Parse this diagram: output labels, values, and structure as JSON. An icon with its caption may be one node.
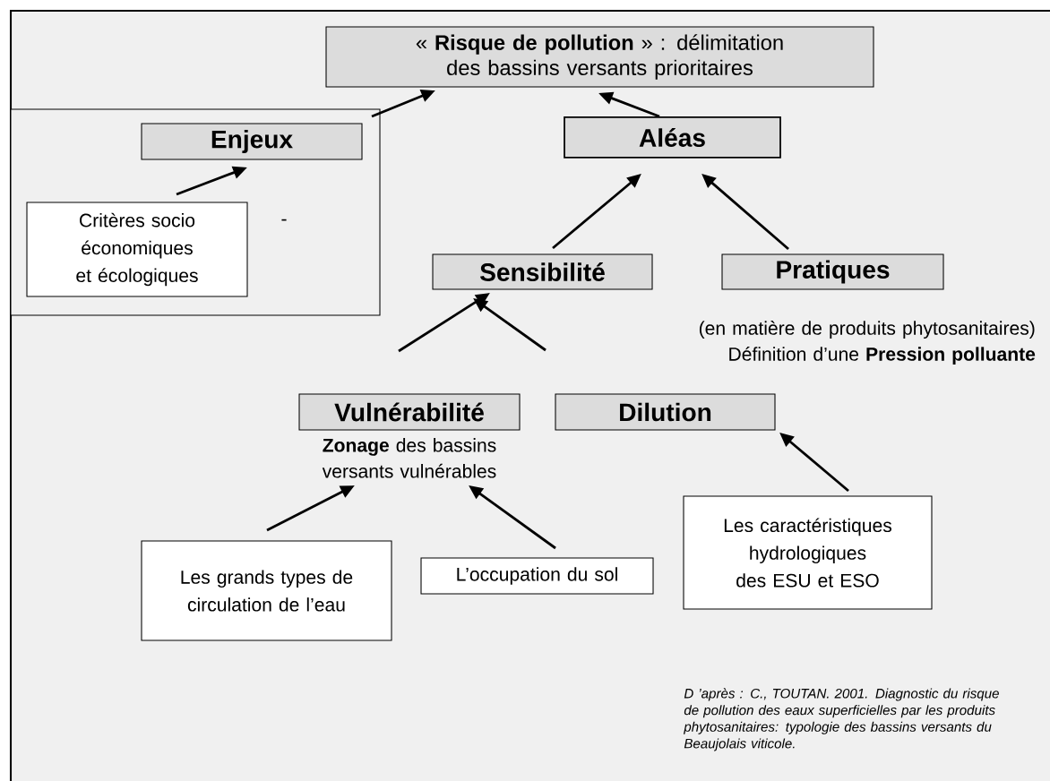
{
  "diagram": {
    "nodes": [
      {
        "text": [
          "« **Risque de pollution** » : délimitation des bassins versants prioritaires"
        ]
      },
      {
        "text": [],
        "shape": "box"
      },
      {
        "text": [
          "Enjeux"
        ],
        "in": 1
      },
      {
        "text": [
          "Critères socio économiques et écologiques"
        ],
        "in": 1
      },
      {
        "text": [
          "Aléas"
        ]
      },
      {
        "text": [
          "Sensibilité"
        ]
      },
      {
        "text": [
          "Pratiques"
        ],
        "beside": [
          "(en matière de produits phytosanitaires) Définition d’une **Pression polluante**"
        ]
      },
      {
        "text": [
          "Vulnérabilité"
        ],
        "beside": [
          "**Zonage** des bassins versants vulnérables"
        ]
      },
      {
        "text": [
          "Dilution"
        ]
      },
      {
        "text": [
          "Les grands types de circulation de l’eau"
        ]
      },
      {
        "text": [
          "L’occupation du sol"
        ]
      },
      {
        "text": [
          "Les caractéristiques hydrologiques des ESU et ESO"
        ]
      }
    ],
    "edges": [
      {
        "from": 1,
        "to": 0,
        "arrow": "to"
      },
      {
        "from": 3,
        "to": 2,
        "arrow": "to"
      },
      {
        "from": 4,
        "to": 0,
        "arrow": "to"
      },
      {
        "from": 5,
        "to": 4,
        "arrow": "to"
      },
      {
        "from": 6,
        "to": 4,
        "arrow": "to"
      },
      {
        "from": 7,
        "to": 5,
        "arrow": "to"
      },
      {
        "from": 8,
        "to": 5,
        "arrow": "to"
      },
      {
        "from": 9,
        "to": 7,
        "arrow": "to"
      },
      {
        "from": 10,
        "to": 7,
        "arrow": "to"
      },
      {
        "from": 11,
        "to": 8,
        "arrow": "to"
      }
    ],
    "labels": [
      "-",
      "D ’après : C., TOUTAN. 2001. Diagnostic du risque de pollution des eaux superficielles par les produits phytosanitaires: typologie des bassins versants du Beaujolais viticole."
    ]
  }
}
